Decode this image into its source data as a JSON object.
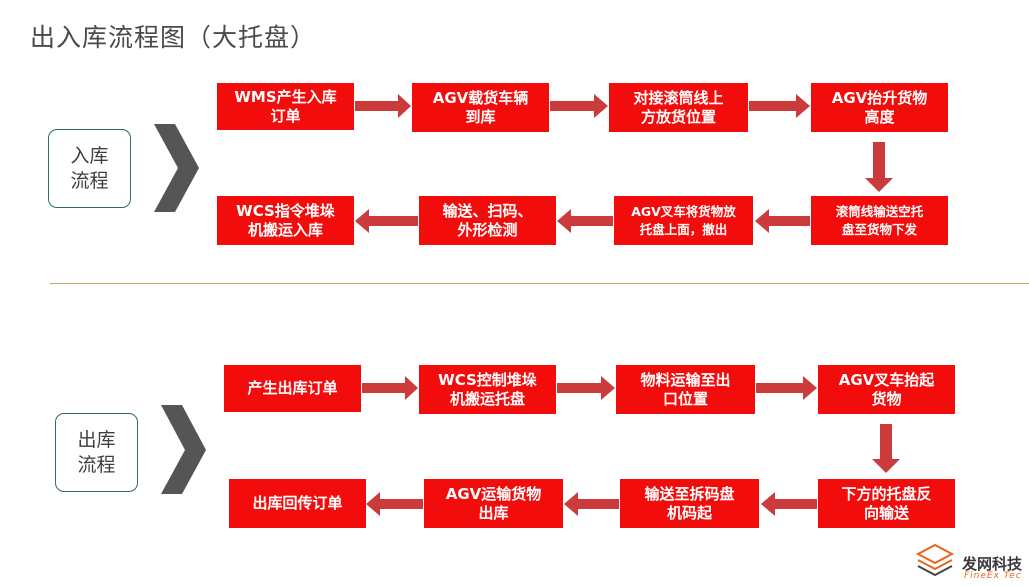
{
  "title": "出入库流程图（大托盘）",
  "inbound": {
    "label": "入库流程",
    "row1": [
      "WMS产生入库\n订单",
      "AGV载货车辆\n到库",
      "对接滚筒线上\n方放货位置",
      "AGV抬升货物\n高度"
    ],
    "row2": [
      "WCS指令堆垛\n机搬运入库",
      "输送、扫码、\n外形检测",
      "AGV叉车将货物放\n托盘上面，撤出",
      "滚筒线输送空托\n盘至货物下发"
    ]
  },
  "outbound": {
    "label": "出库流程",
    "row1": [
      "产生出库订单",
      "WCS控制堆垛\n机搬运托盘",
      "物料运输至出\n口位置",
      "AGV叉车抬起\n货物"
    ],
    "row2": [
      "出库回传订单",
      "AGV运输货物\n出库",
      "输送至拆码盘\n机码起",
      "下方的托盘反\n向输送"
    ]
  },
  "colors": {
    "node": "#f20c0c",
    "arrow": "#cc3b3b",
    "chevron": "#555555",
    "label_border": "#2e6b68"
  },
  "logo": {
    "text": "发网科技",
    "sub": "FineEx Tec",
    "icon": "stacked-boxes-icon"
  }
}
